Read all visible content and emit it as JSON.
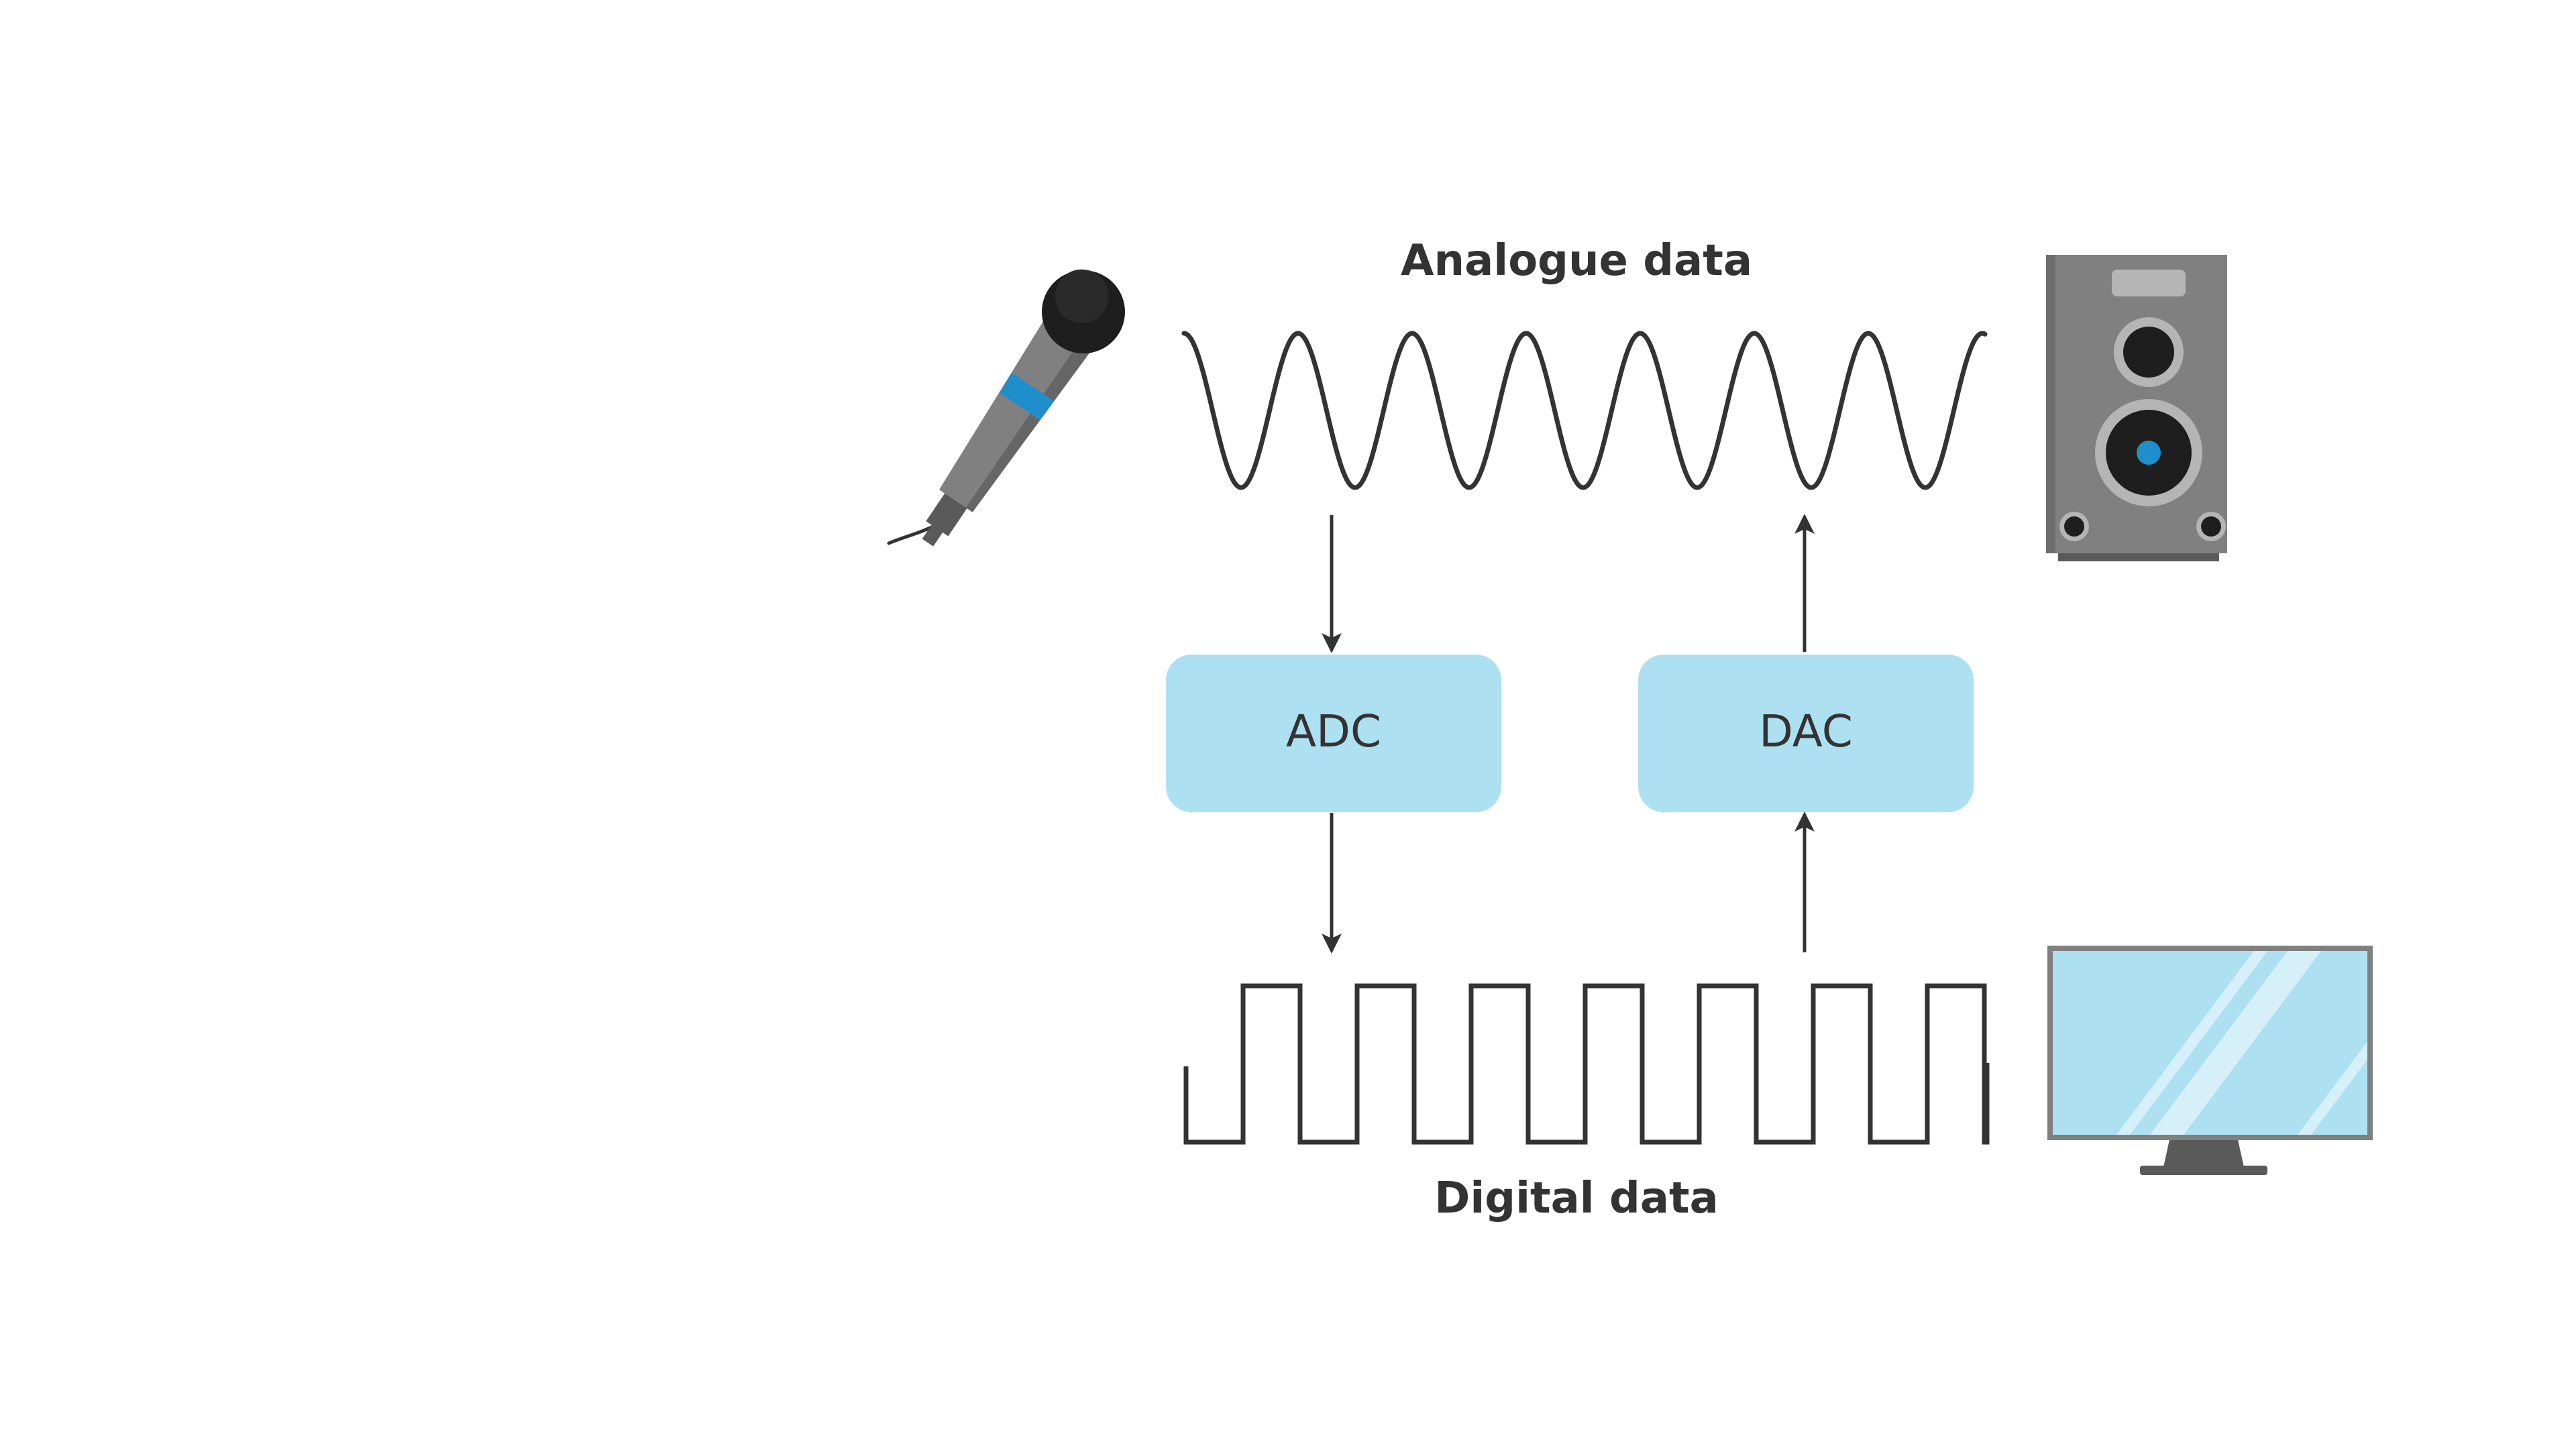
{
  "diagram": {
    "analogue_label": "Analogue data",
    "digital_label": "Digital data",
    "adc_label": "ADC",
    "dac_label": "DAC"
  },
  "colors": {
    "ink": "#333333",
    "box_fill": "#ADE1F2",
    "accent_blue": "#1F8FCC",
    "device_grey": "#808080",
    "device_dark_grey": "#5A5A5A",
    "mic_head": "#1E1E1E",
    "screen_fill": "#ADE1F2",
    "screen_glare": "#D6F0F9"
  },
  "icons": {
    "input_device": "microphone-icon",
    "output_device": "speaker-icon",
    "digital_device": "monitor-icon"
  }
}
